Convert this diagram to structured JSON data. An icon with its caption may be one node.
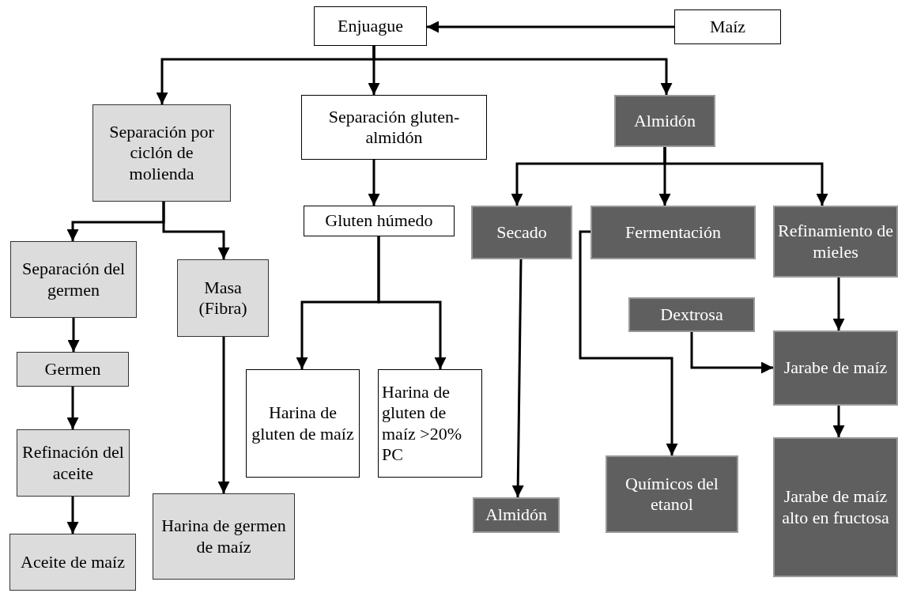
{
  "diagram": {
    "nodes": [
      {
        "text": [
          "Enjuague"
        ]
      },
      {
        "text": [
          "Maíz"
        ]
      },
      {
        "text": [
          "Separación por ciclón de molienda"
        ]
      },
      {
        "text": [
          "Separación gluten-almidón"
        ]
      },
      {
        "text": [
          "Almidón"
        ]
      },
      {
        "text": [
          "Separación del germen"
        ]
      },
      {
        "text": [
          "Masa (Fibra)"
        ]
      },
      {
        "text": [
          "Germen"
        ]
      },
      {
        "text": [
          "Refinación del aceite"
        ]
      },
      {
        "text": [
          "Aceite de maíz"
        ]
      },
      {
        "text": [
          "Harina de germen de maíz"
        ]
      },
      {
        "text": [
          "Gluten húmedo"
        ]
      },
      {
        "text": [
          "Harina de gluten de maíz"
        ]
      },
      {
        "text": [
          "Harina de gluten de maíz >20% PC"
        ]
      },
      {
        "text": [
          "Secado"
        ]
      },
      {
        "text": [
          "Fermentación"
        ]
      },
      {
        "text": [
          "Refinamiento de mieles"
        ]
      },
      {
        "text": [
          "Dextrosa"
        ]
      },
      {
        "text": [
          "Jarabe de maíz"
        ]
      },
      {
        "text": [
          "Químicos del etanol"
        ]
      },
      {
        "text": [
          "Almidón"
        ]
      },
      {
        "text": [
          "Jarabe de maíz alto en fructosa"
        ]
      }
    ],
    "edges": [
      {
        "from": 1,
        "to": 0,
        "arrow": "to"
      },
      {
        "from": 0,
        "to": 2,
        "arrow": "to"
      },
      {
        "from": 0,
        "to": 3,
        "arrow": "to"
      },
      {
        "from": 0,
        "to": 4,
        "arrow": "to"
      },
      {
        "from": 2,
        "to": 5,
        "arrow": "to"
      },
      {
        "from": 2,
        "to": 6,
        "arrow": "to"
      },
      {
        "from": 5,
        "to": 7,
        "arrow": "to"
      },
      {
        "from": 7,
        "to": 8,
        "arrow": "to"
      },
      {
        "from": 8,
        "to": 9,
        "arrow": "to"
      },
      {
        "from": 6,
        "to": 10,
        "arrow": "to"
      },
      {
        "from": 3,
        "to": 11,
        "arrow": "to"
      },
      {
        "from": 11,
        "to": 12,
        "arrow": "to"
      },
      {
        "from": 11,
        "to": 13,
        "arrow": "to"
      },
      {
        "from": 4,
        "to": 14,
        "arrow": "to"
      },
      {
        "from": 4,
        "to": 15,
        "arrow": "to"
      },
      {
        "from": 4,
        "to": 16,
        "arrow": "to"
      },
      {
        "from": 14,
        "to": 20,
        "arrow": "to"
      },
      {
        "from": 15,
        "to": 19,
        "arrow": "to"
      },
      {
        "from": 16,
        "to": 18,
        "arrow": "to"
      },
      {
        "from": 17,
        "to": 18,
        "arrow": "to"
      },
      {
        "from": 18,
        "to": 21,
        "arrow": "to"
      }
    ]
  }
}
